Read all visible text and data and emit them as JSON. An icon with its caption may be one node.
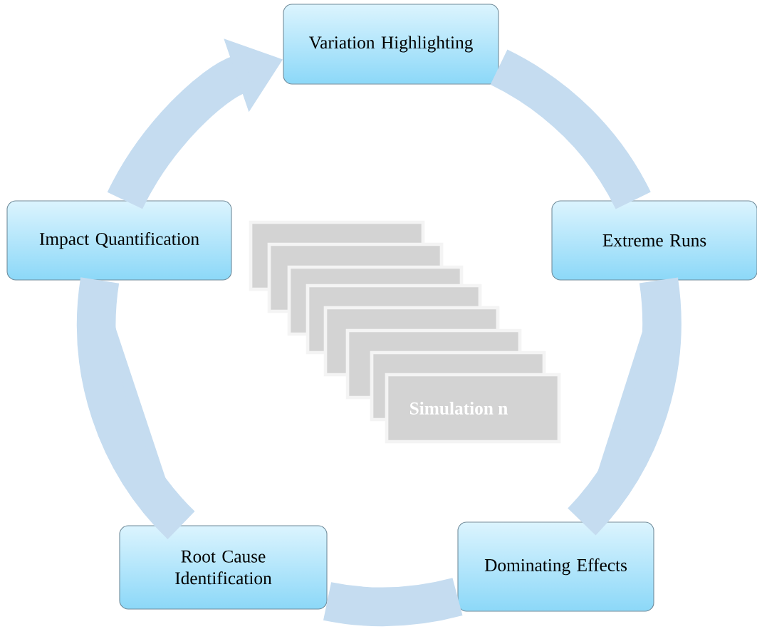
{
  "diagram": {
    "nodes": [
      {
        "text": [
          "Variation Highlighting"
        ]
      },
      {
        "text": [
          "Impact Quantification"
        ]
      },
      {
        "text": [
          "Extreme Runs"
        ]
      },
      {
        "text": [],
        "shape": "box"
      },
      {
        "text": [],
        "shape": "box"
      },
      {
        "text": [],
        "shape": "box"
      },
      {
        "text": [],
        "shape": "box"
      },
      {
        "text": [],
        "shape": "box"
      },
      {
        "text": [],
        "shape": "box"
      },
      {
        "text": [],
        "shape": "box"
      },
      {
        "text": [
          "Simulation n"
        ]
      },
      {
        "text": [
          "Root Cause Identification"
        ]
      },
      {
        "text": [
          "Dominating Effects"
        ]
      }
    ],
    "edges": [
      {
        "from": 0,
        "to": 2,
        "arrow": "none"
      },
      {
        "from": 2,
        "to": 12,
        "arrow": "none"
      },
      {
        "from": 12,
        "to": 11,
        "arrow": "none"
      },
      {
        "from": 11,
        "to": 1,
        "arrow": "none"
      },
      {
        "from": 1,
        "to": 0,
        "arrow": "to"
      }
    ]
  }
}
